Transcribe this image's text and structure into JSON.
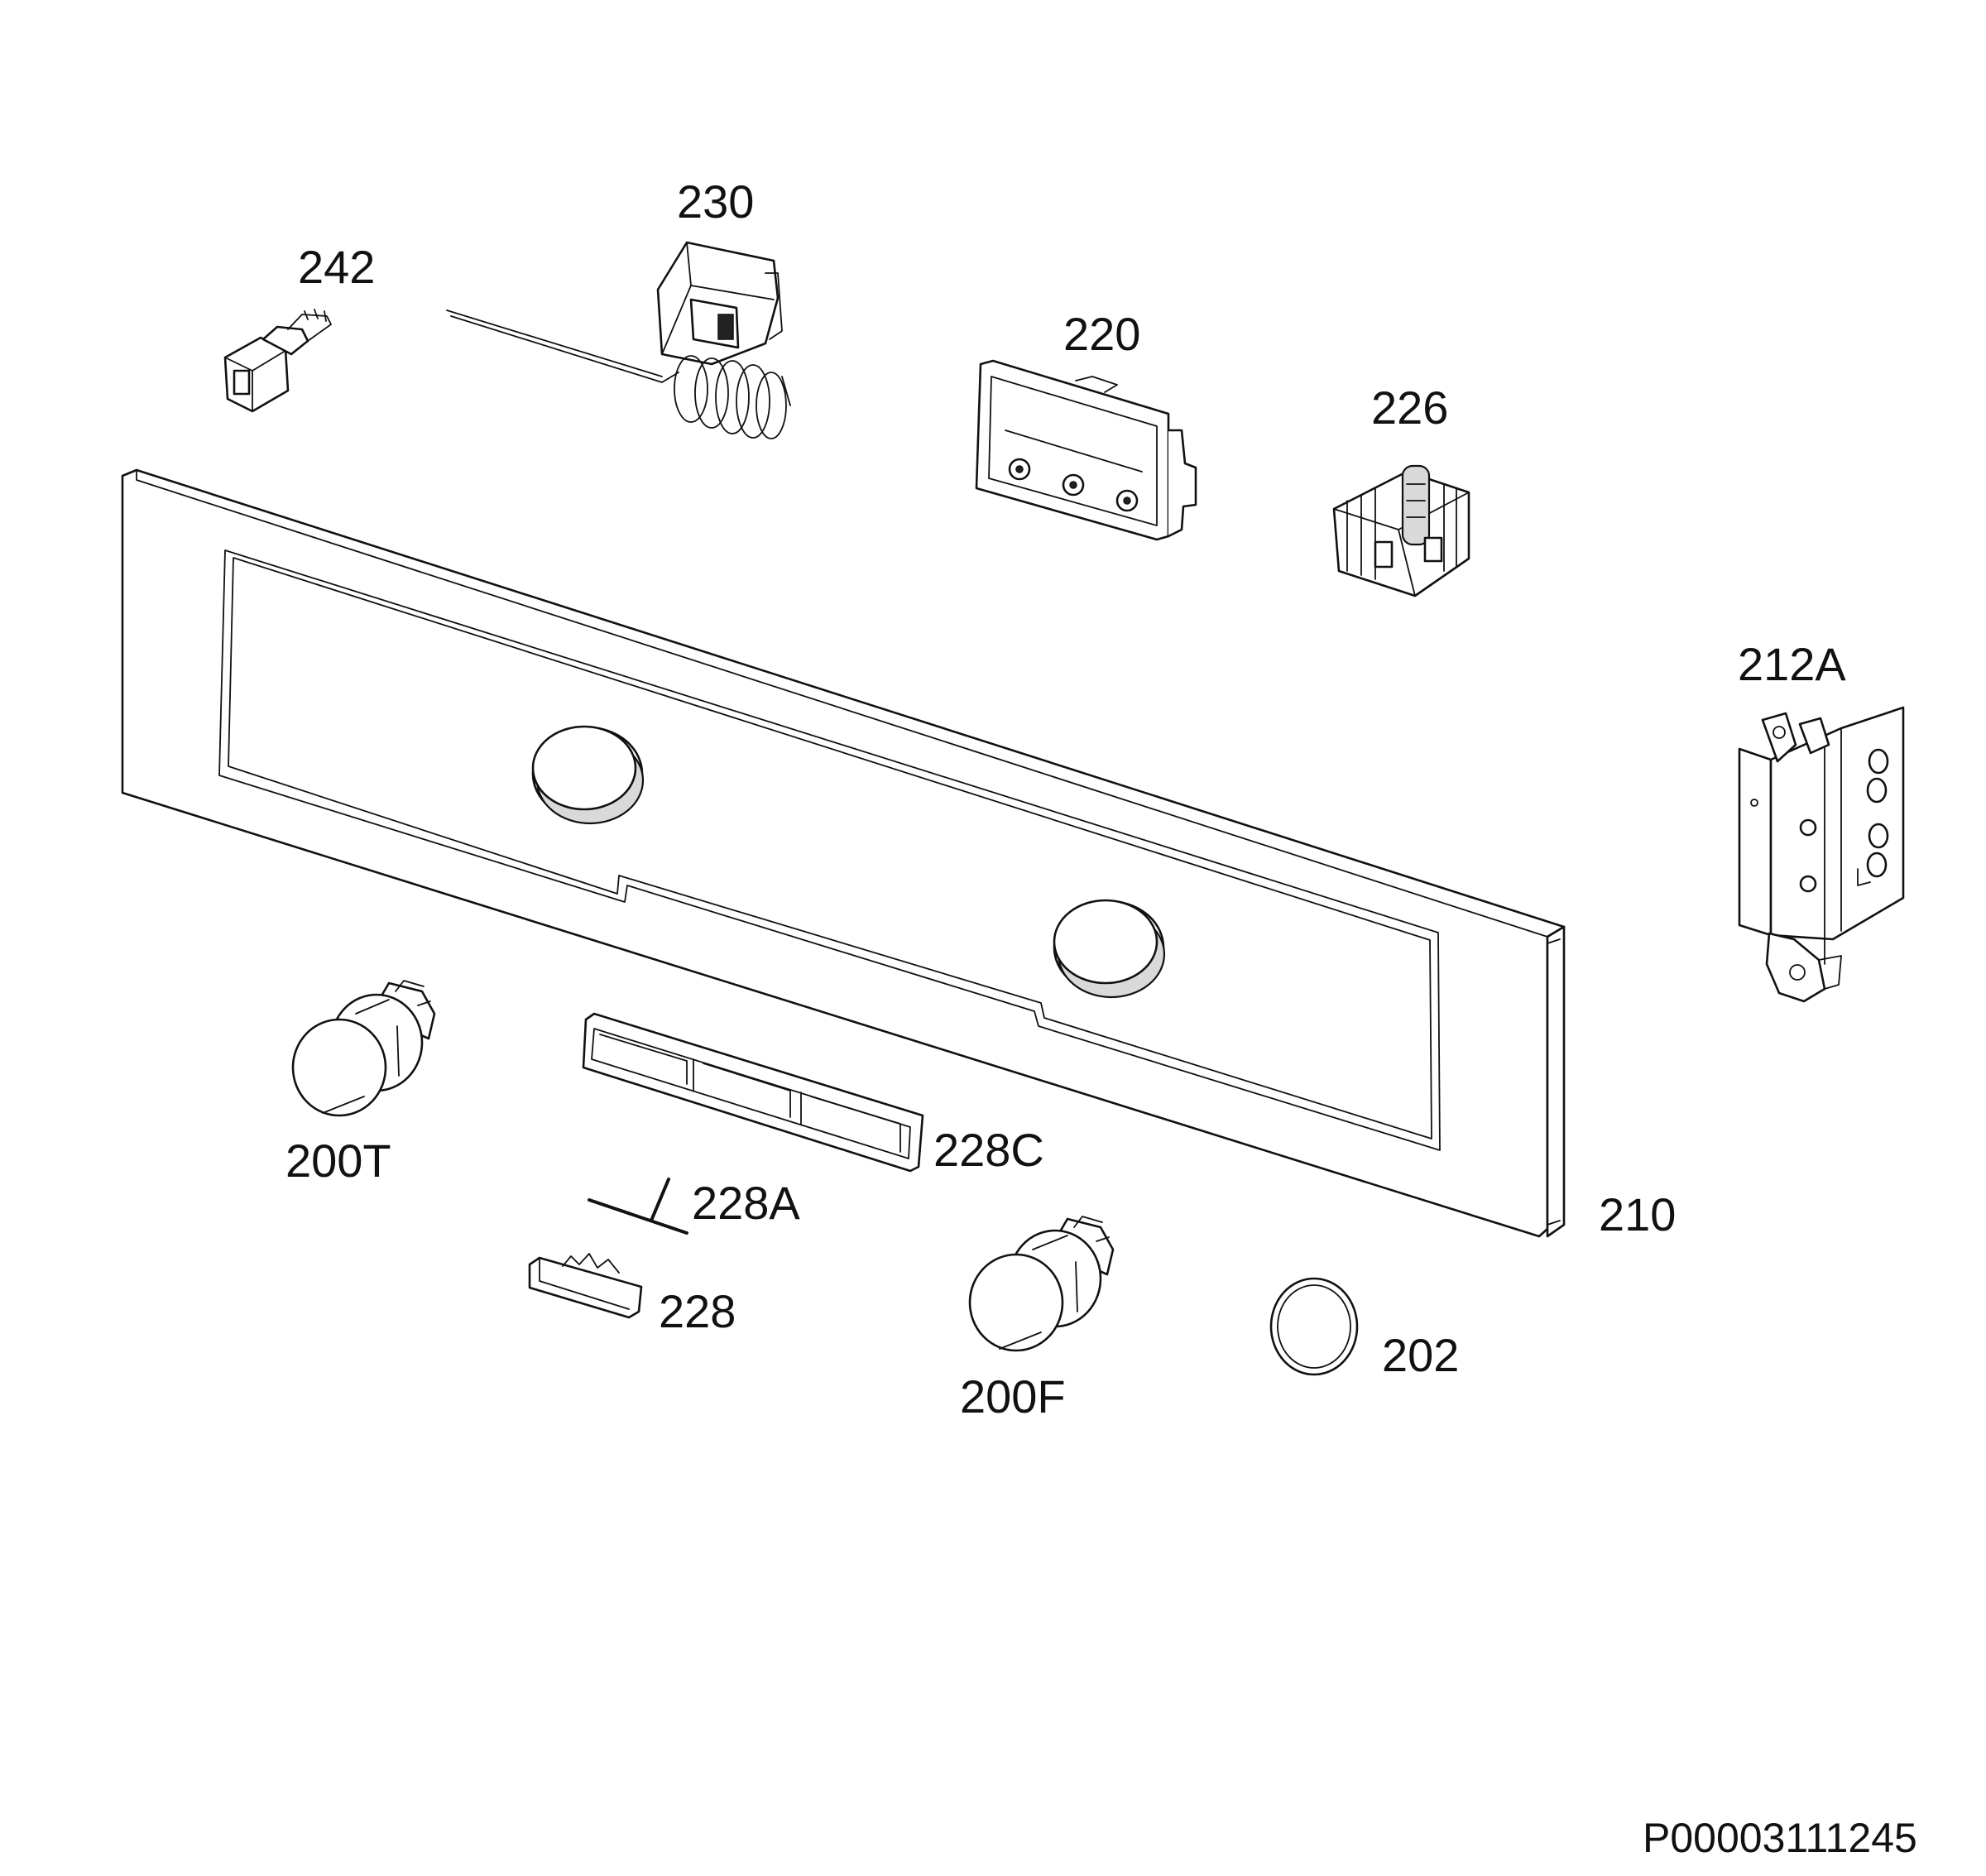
{
  "diagram": {
    "labels": {
      "p242": "242",
      "p230": "230",
      "p220": "220",
      "p226": "226",
      "p212A": "212A",
      "p200T": "200T",
      "p228C": "228C",
      "p228A": "228A",
      "p228": "228",
      "p210": "210",
      "p200F": "200F",
      "p202": "202"
    },
    "reference": "P00003111245"
  }
}
